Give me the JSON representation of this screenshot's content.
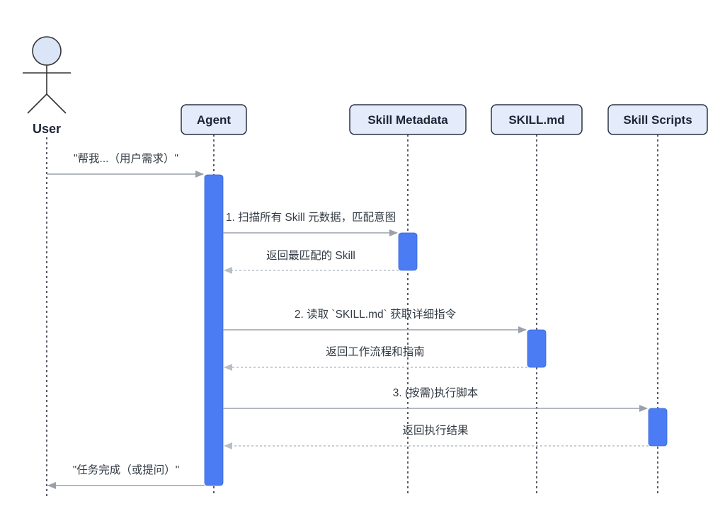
{
  "diagram": {
    "type": "sequence-diagram",
    "actor": {
      "name": "User"
    },
    "participants": [
      {
        "label": "Agent"
      },
      {
        "label": "Skill Metadata"
      },
      {
        "label": "SKILL.md"
      },
      {
        "label": "Skill Scripts"
      }
    ],
    "messages": [
      {
        "from": "User",
        "to": "Agent",
        "style": "solid",
        "label": "\"帮我...（用户需求）\""
      },
      {
        "from": "Agent",
        "to": "Skill Metadata",
        "style": "solid",
        "label": "1. 扫描所有 Skill 元数据，匹配意图"
      },
      {
        "from": "Skill Metadata",
        "to": "Agent",
        "style": "dashed",
        "label": "返回最匹配的 Skill"
      },
      {
        "from": "Agent",
        "to": "SKILL.md",
        "style": "solid",
        "label": "2. 读取 `SKILL.md` 获取详细指令"
      },
      {
        "from": "SKILL.md",
        "to": "Agent",
        "style": "dashed",
        "label": "返回工作流程和指南"
      },
      {
        "from": "Agent",
        "to": "Skill Scripts",
        "style": "solid",
        "label": "3. (按需)执行脚本"
      },
      {
        "from": "Skill Scripts",
        "to": "Agent",
        "style": "dashed",
        "label": "返回执行结果"
      },
      {
        "from": "Agent",
        "to": "User",
        "style": "solid",
        "label": "\"任务完成（或提问）\""
      }
    ],
    "colors": {
      "background": "#ffffff",
      "participant_fill": "#e4ecfb",
      "participant_border": "#2b3445",
      "activation_fill": "#4b7cf3",
      "activation_border": "#3b66d9",
      "actor_head_fill": "#dbe5f8",
      "lifeline": "#111827",
      "arrow_solid": "#9ba1aa",
      "arrow_dashed": "#b9bfc9",
      "message_text": "#333b45"
    }
  }
}
